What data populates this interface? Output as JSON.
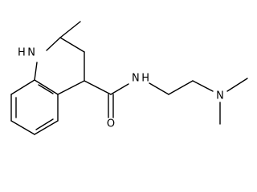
{
  "molecule": {
    "atoms": {
      "nh": "H N",
      "amide_nh": "N H",
      "amine_n": "N",
      "oxygen": "O"
    }
  }
}
